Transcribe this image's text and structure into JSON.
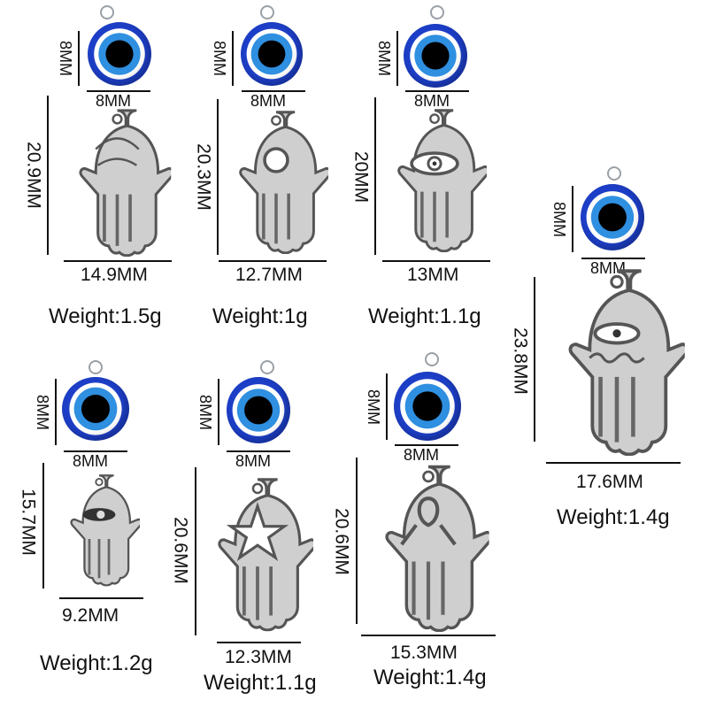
{
  "charms": [
    {
      "id": 1,
      "bead_height": "8MM",
      "bead_width": "8MM",
      "charm_height": "20.9MM",
      "charm_width": "14.9MM",
      "weight": "Weight:1.5g",
      "motif": "filigree"
    },
    {
      "id": 2,
      "bead_height": "8MM",
      "bead_width": "8MM",
      "charm_height": "20.3MM",
      "charm_width": "12.7MM",
      "weight": "Weight:1g",
      "motif": "circle"
    },
    {
      "id": 3,
      "bead_height": "8MM",
      "bead_width": "8MM",
      "charm_height": "20MM",
      "charm_width": "13MM",
      "weight": "Weight:1.1g",
      "motif": "eye-open"
    },
    {
      "id": 4,
      "bead_height": "8MM",
      "bead_width": "8MM",
      "charm_height": "23.8MM",
      "charm_width": "17.6MM",
      "weight": "Weight:1.4g",
      "motif": "eye-ornate"
    },
    {
      "id": 5,
      "bead_height": "8MM",
      "bead_width": "8MM",
      "charm_height": "15.7MM",
      "charm_width": "9.2MM",
      "weight": "Weight:1.2g",
      "motif": "eye-small"
    },
    {
      "id": 6,
      "bead_height": "8MM",
      "bead_width": "8MM",
      "charm_height": "20.6MM",
      "charm_width": "12.3MM",
      "weight": "Weight:1.1g",
      "motif": "star"
    },
    {
      "id": 7,
      "bead_height": "8MM",
      "bead_width": "8MM",
      "charm_height": "20.6MM",
      "charm_width": "15.3MM",
      "weight": "Weight:1.4g",
      "motif": "dotted"
    }
  ],
  "colors": {
    "bead_outer": "#1d3fc8",
    "bead_ring_light": "#2f8fe0",
    "bead_ring_white": "#ffffff",
    "bead_pupil": "#000000",
    "charm_silver": "#c9c9c9",
    "charm_outline": "#555555",
    "text": "#111111"
  }
}
